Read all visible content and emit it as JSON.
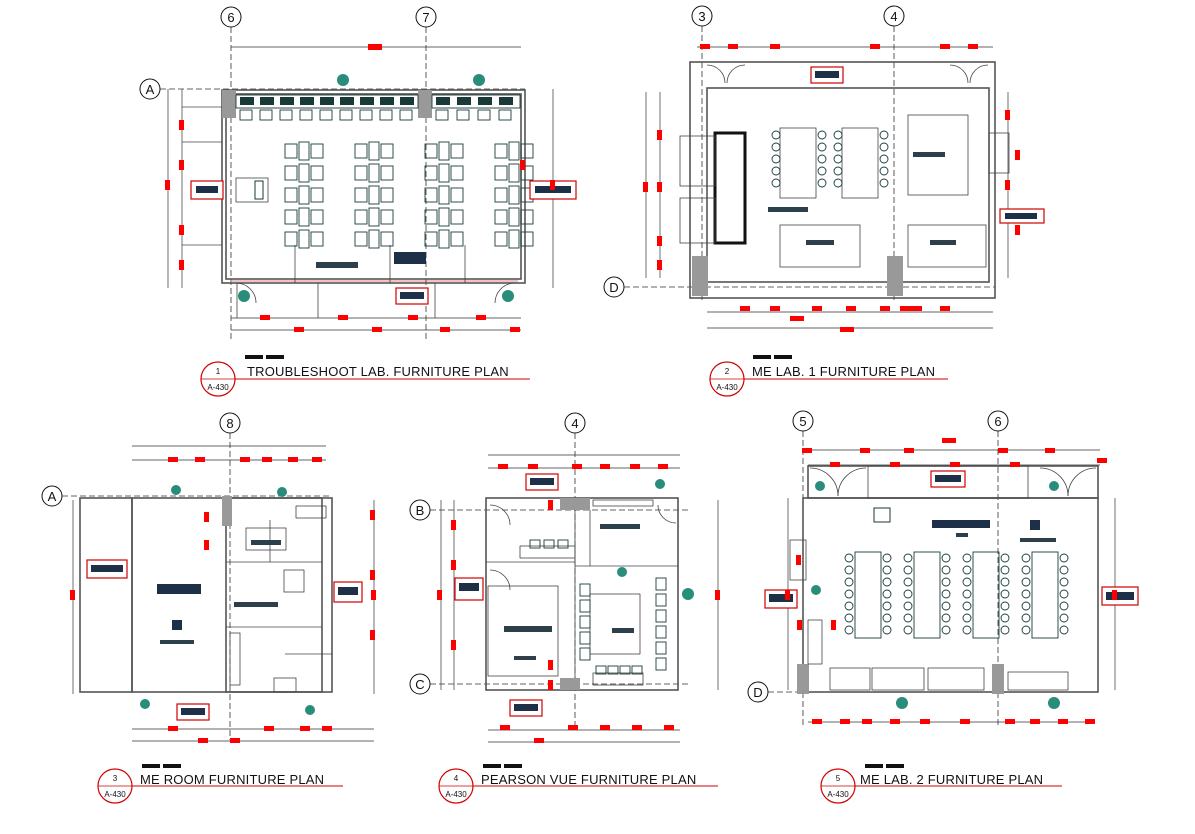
{
  "colors": {
    "dimension_marker": "#ff0000",
    "wall": "#555555",
    "furniture": "#1a3a3a",
    "tag_fill": "#1e3048",
    "door_symbol": "#2a8c7a",
    "title_underline": "#d00000",
    "title_circle": "#d00000"
  },
  "icons": [
    "door-tag-icon",
    "grid-bubble-icon",
    "chair-icon",
    "room-tag-icon"
  ],
  "plans": [
    {
      "number": "1",
      "sheet": "A-430",
      "title": "TROUBLESHOOT LAB. FURNITURE PLAN",
      "grid_lines": [
        "6",
        "7",
        "A"
      ]
    },
    {
      "number": "2",
      "sheet": "A-430",
      "title": "ME LAB. 1 FURNITURE PLAN",
      "grid_lines": [
        "3",
        "4",
        "D"
      ]
    },
    {
      "number": "3",
      "sheet": "A-430",
      "title": "ME ROOM FURNITURE PLAN",
      "grid_lines": [
        "8",
        "A"
      ]
    },
    {
      "number": "4",
      "sheet": "A-430",
      "title": "PEARSON VUE FURNITURE PLAN",
      "grid_lines": [
        "4",
        "B",
        "C"
      ]
    },
    {
      "number": "5",
      "sheet": "A-430",
      "title": "ME LAB. 2 FURNITURE PLAN",
      "grid_lines": [
        "5",
        "6",
        "D"
      ]
    }
  ]
}
